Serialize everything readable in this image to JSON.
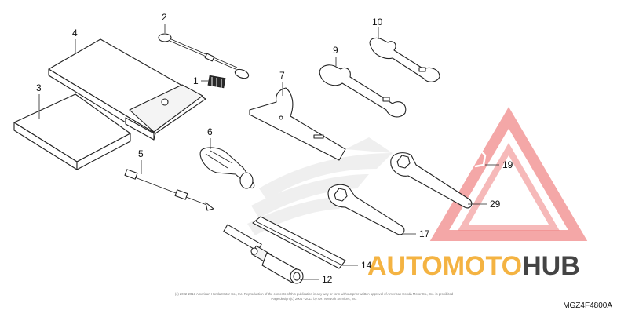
{
  "labels": {
    "p1": "1",
    "p2": "2",
    "p3": "3",
    "p4": "4",
    "p5": "5",
    "p6": "6",
    "p7": "7",
    "p9": "9",
    "p10": "10",
    "p12": "12",
    "p14": "14",
    "p17": "17",
    "p19": "19",
    "p29": "29"
  },
  "diagram_code": "MGZ4F4800A",
  "copyright_line1": "(c) 2002-2013 American Honda Motor Co., Inc. Reproduction of the contents of this publication in any way or form without prior written approval of American Honda Motor Co., Inc. is prohibited",
  "copyright_line2": "Page design (c) 2004 - 2017 by ARI Network Services, Inc.",
  "watermark": {
    "part1": "AUTO",
    "part2": "MOTO",
    "part3": "HUB"
  },
  "colors": {
    "watermark_red": "#f08a8a",
    "watermark_orange": "#f4b342",
    "watermark_dark": "#444444",
    "brand_ghost": "#d9d9d9"
  }
}
